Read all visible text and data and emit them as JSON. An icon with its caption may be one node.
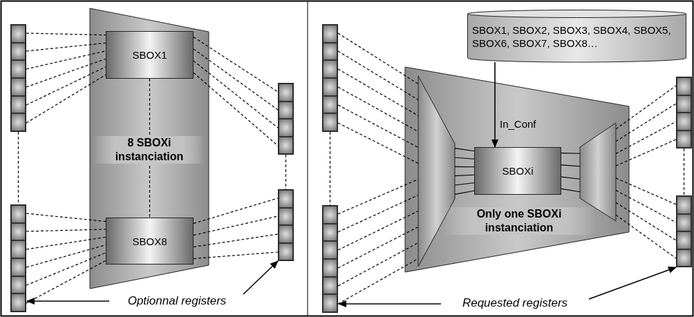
{
  "diagram": {
    "nodes": [
      {
        "text": [
          "8 SBOXi instanciation"
        ]
      },
      {
        "text": [
          "SBOX1"
        ],
        "in": 0
      },
      {
        "text": [
          "SBOX8"
        ],
        "in": 0
      },
      {
        "text": [],
        "shape": "bar"
      },
      {
        "text": [],
        "shape": "bar"
      },
      {
        "text": [],
        "shape": "bar"
      },
      {
        "text": [],
        "shape": "bar"
      },
      {
        "text": [
          "Optionnal registers"
        ]
      },
      {
        "text": [
          "SBOX1, SBOX2, SBOX3, SBOX4, SBOX5, SBOX6, SBOX7, SBOX8…"
        ]
      },
      {
        "text": [
          "Only one SBOXi instanciation"
        ]
      },
      {
        "text": [],
        "shape": "trapezoid",
        "in": 9
      },
      {
        "text": [
          "SBOXi"
        ],
        "in": 9
      },
      {
        "text": [],
        "shape": "trapezoid",
        "in": 9
      },
      {
        "text": [],
        "shape": "bar"
      },
      {
        "text": [],
        "shape": "bar"
      },
      {
        "text": [],
        "shape": "bar"
      },
      {
        "text": [],
        "shape": "bar"
      },
      {
        "text": [
          "Requested registers"
        ]
      }
    ],
    "edges": [
      {
        "from": 3,
        "to": 1,
        "arrow": "none",
        "style": "dashed"
      },
      {
        "from": 3,
        "to": 1,
        "arrow": "none",
        "style": "dashed"
      },
      {
        "from": 3,
        "to": 1,
        "arrow": "none",
        "style": "dashed"
      },
      {
        "from": 3,
        "to": 1,
        "arrow": "none",
        "style": "dashed"
      },
      {
        "from": 3,
        "to": 1,
        "arrow": "none",
        "style": "dashed"
      },
      {
        "from": 3,
        "to": 1,
        "arrow": "none",
        "style": "dashed"
      },
      {
        "from": 1,
        "to": 5,
        "arrow": "none",
        "style": "dashed"
      },
      {
        "from": 1,
        "to": 5,
        "arrow": "none",
        "style": "dashed"
      },
      {
        "from": 1,
        "to": 5,
        "arrow": "none",
        "style": "dashed"
      },
      {
        "from": 1,
        "to": 5,
        "arrow": "none",
        "style": "dashed"
      },
      {
        "from": 1,
        "to": 2,
        "arrow": "none",
        "style": "dashed"
      },
      {
        "from": 4,
        "to": 2,
        "arrow": "none",
        "style": "dashed"
      },
      {
        "from": 4,
        "to": 2,
        "arrow": "none",
        "style": "dashed"
      },
      {
        "from": 4,
        "to": 2,
        "arrow": "none",
        "style": "dashed"
      },
      {
        "from": 4,
        "to": 2,
        "arrow": "none",
        "style": "dashed"
      },
      {
        "from": 4,
        "to": 2,
        "arrow": "none",
        "style": "dashed"
      },
      {
        "from": 4,
        "to": 2,
        "arrow": "none",
        "style": "dashed"
      },
      {
        "from": 2,
        "to": 6,
        "arrow": "none",
        "style": "dashed"
      },
      {
        "from": 2,
        "to": 6,
        "arrow": "none",
        "style": "dashed"
      },
      {
        "from": 2,
        "to": 6,
        "arrow": "none",
        "style": "dashed"
      },
      {
        "from": 2,
        "to": 6,
        "arrow": "none",
        "style": "dashed"
      },
      {
        "from": 3,
        "to": 4,
        "arrow": "none",
        "style": "dashed"
      },
      {
        "from": 5,
        "to": 6,
        "arrow": "none",
        "style": "dashed"
      },
      {
        "from": 7,
        "to": 4,
        "arrow": "to"
      },
      {
        "from": 7,
        "to": 6,
        "arrow": "to"
      },
      {
        "from": 8,
        "to": 11,
        "arrow": "to",
        "label": "In_Conf"
      },
      {
        "from": 13,
        "to": 10,
        "arrow": "none",
        "style": "dashed"
      },
      {
        "from": 13,
        "to": 10,
        "arrow": "none",
        "style": "dashed"
      },
      {
        "from": 13,
        "to": 10,
        "arrow": "none",
        "style": "dashed"
      },
      {
        "from": 13,
        "to": 10,
        "arrow": "none",
        "style": "dashed"
      },
      {
        "from": 13,
        "to": 10,
        "arrow": "none",
        "style": "dashed"
      },
      {
        "from": 13,
        "to": 10,
        "arrow": "none",
        "style": "dashed"
      },
      {
        "from": 14,
        "to": 10,
        "arrow": "none",
        "style": "dashed"
      },
      {
        "from": 14,
        "to": 10,
        "arrow": "none",
        "style": "dashed"
      },
      {
        "from": 14,
        "to": 10,
        "arrow": "none",
        "style": "dashed"
      },
      {
        "from": 14,
        "to": 10,
        "arrow": "none",
        "style": "dashed"
      },
      {
        "from": 14,
        "to": 10,
        "arrow": "none",
        "style": "dashed"
      },
      {
        "from": 14,
        "to": 10,
        "arrow": "none",
        "style": "dashed"
      },
      {
        "from": 10,
        "to": 11,
        "arrow": "none"
      },
      {
        "from": 10,
        "to": 11,
        "arrow": "none"
      },
      {
        "from": 10,
        "to": 11,
        "arrow": "none"
      },
      {
        "from": 10,
        "to": 11,
        "arrow": "none"
      },
      {
        "from": 10,
        "to": 11,
        "arrow": "none"
      },
      {
        "from": 10,
        "to": 11,
        "arrow": "none"
      },
      {
        "from": 11,
        "to": 12,
        "arrow": "none"
      },
      {
        "from": 11,
        "to": 12,
        "arrow": "none"
      },
      {
        "from": 11,
        "to": 12,
        "arrow": "none"
      },
      {
        "from": 11,
        "to": 12,
        "arrow": "none"
      },
      {
        "from": 12,
        "to": 15,
        "arrow": "none",
        "style": "dashed"
      },
      {
        "from": 12,
        "to": 15,
        "arrow": "none",
        "style": "dashed"
      },
      {
        "from": 12,
        "to": 15,
        "arrow": "none",
        "style": "dashed"
      },
      {
        "from": 12,
        "to": 15,
        "arrow": "none",
        "style": "dashed"
      },
      {
        "from": 12,
        "to": 16,
        "arrow": "none",
        "style": "dashed"
      },
      {
        "from": 12,
        "to": 16,
        "arrow": "none",
        "style": "dashed"
      },
      {
        "from": 12,
        "to": 16,
        "arrow": "none",
        "style": "dashed"
      },
      {
        "from": 12,
        "to": 16,
        "arrow": "none",
        "style": "dashed"
      },
      {
        "from": 13,
        "to": 14,
        "arrow": "none",
        "style": "dashed"
      },
      {
        "from": 15,
        "to": 16,
        "arrow": "none",
        "style": "dashed"
      },
      {
        "from": 17,
        "to": 14,
        "arrow": "to"
      },
      {
        "from": 17,
        "to": 16,
        "arrow": "to"
      }
    ]
  }
}
